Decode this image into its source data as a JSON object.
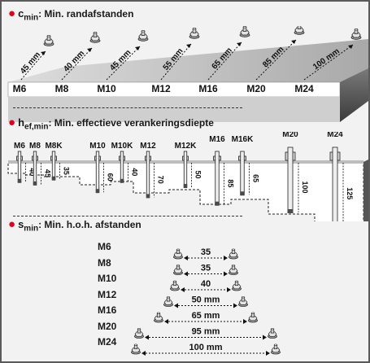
{
  "section1": {
    "symbol": "c",
    "subscript": "min",
    "title": ": Min. randafstanden",
    "labels": [
      "M6",
      "M8",
      "M10",
      "M12",
      "M16",
      "M20",
      "M24"
    ],
    "distances": [
      "45 mm",
      "40 mm",
      "45 mm",
      "55 mm",
      "65 mm",
      "85 mm",
      "100 mm"
    ]
  },
  "section2": {
    "symbol": "h",
    "subscript": "ef,min",
    "title": ": Min. effectieve verankeringsdiepte",
    "anchors": [
      {
        "label": "M6",
        "depth": "40"
      },
      {
        "label": "M8",
        "depth": "45"
      },
      {
        "label": "M8K",
        "depth": "35"
      },
      {
        "label": "M10",
        "depth": "60"
      },
      {
        "label": "M10K",
        "depth": "40"
      },
      {
        "label": "M12",
        "depth": "70"
      },
      {
        "label": "M12K",
        "depth": "50"
      },
      {
        "label": "M16",
        "depth": "85"
      },
      {
        "label": "M16K",
        "depth": "65"
      },
      {
        "label": "M20",
        "depth": "100"
      },
      {
        "label": "M24",
        "depth": "125"
      }
    ]
  },
  "section3": {
    "symbol": "s",
    "subscript": "min",
    "title": ": Min. h.o.h. afstanden",
    "rows": [
      {
        "label": "M6",
        "distance": "35",
        "level": 35
      },
      {
        "label": "M8",
        "distance": "35",
        "level": 35
      },
      {
        "label": "M10",
        "distance": "40",
        "level": 40
      },
      {
        "label": "M12",
        "distance": "50 mm",
        "level": 50
      },
      {
        "label": "M16",
        "distance": "65 mm",
        "level": 65
      },
      {
        "label": "M20",
        "distance": "95 mm",
        "level": 95
      },
      {
        "label": "M24",
        "distance": "100 mm",
        "level": 100
      }
    ]
  },
  "colors": {
    "accent": "#e2001a",
    "concrete_face": "#ffffff",
    "concrete_side": "#3f3f3f",
    "concrete_top": "#c8c8c8",
    "dashed": "#333333"
  }
}
